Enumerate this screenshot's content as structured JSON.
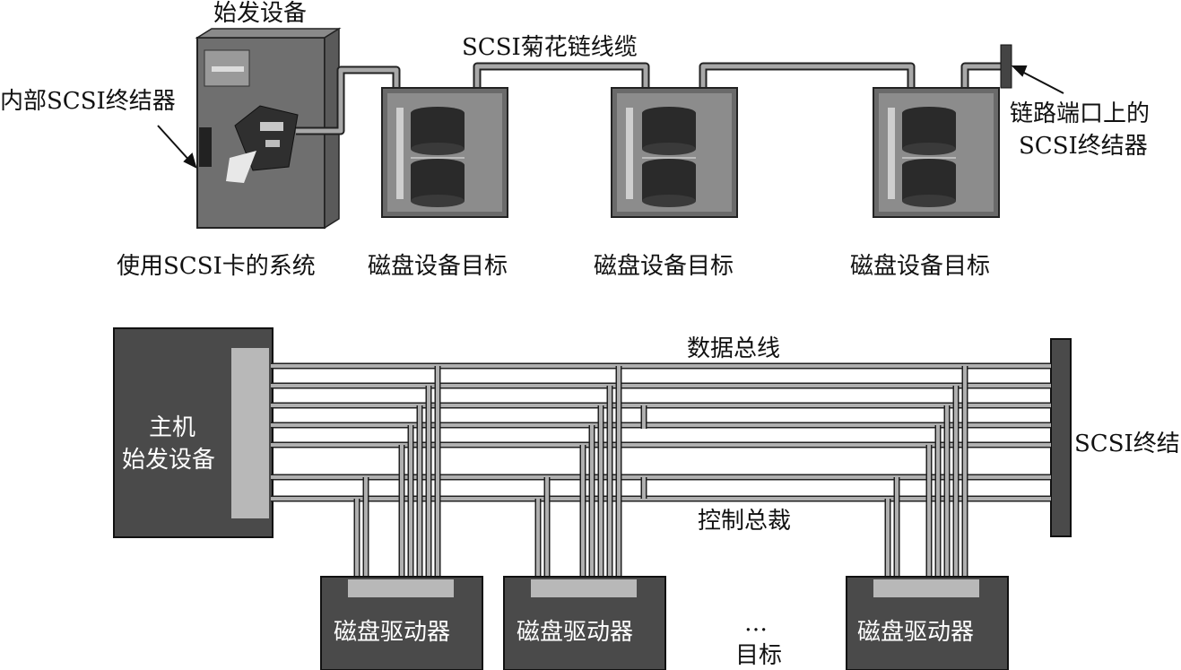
{
  "top": {
    "initiator_title": "始发设备",
    "cable_label": "SCSI菊花链线缆",
    "internal_terminator": "内部SCSI终结器",
    "port_terminator_line1": "链路端口上的",
    "port_terminator_line2": "SCSI终结器",
    "system_label": "使用SCSI卡的系统",
    "targets": [
      "磁盘设备目标",
      "磁盘设备目标",
      "磁盘设备目标"
    ]
  },
  "bottom": {
    "host_line1": "主机",
    "host_line2": "始发设备",
    "data_bus": "数据总线",
    "control_bus": "控制总裁",
    "terminator": "SCSI终结",
    "drives": [
      "磁盘驱动器",
      "磁盘驱动器",
      "磁盘驱动器"
    ],
    "ellipsis": "…",
    "targets_label": "目标"
  },
  "colors": {
    "dark": "#4a4a4a",
    "light": "#b8b8b8",
    "cable": "#9a9a9a"
  }
}
